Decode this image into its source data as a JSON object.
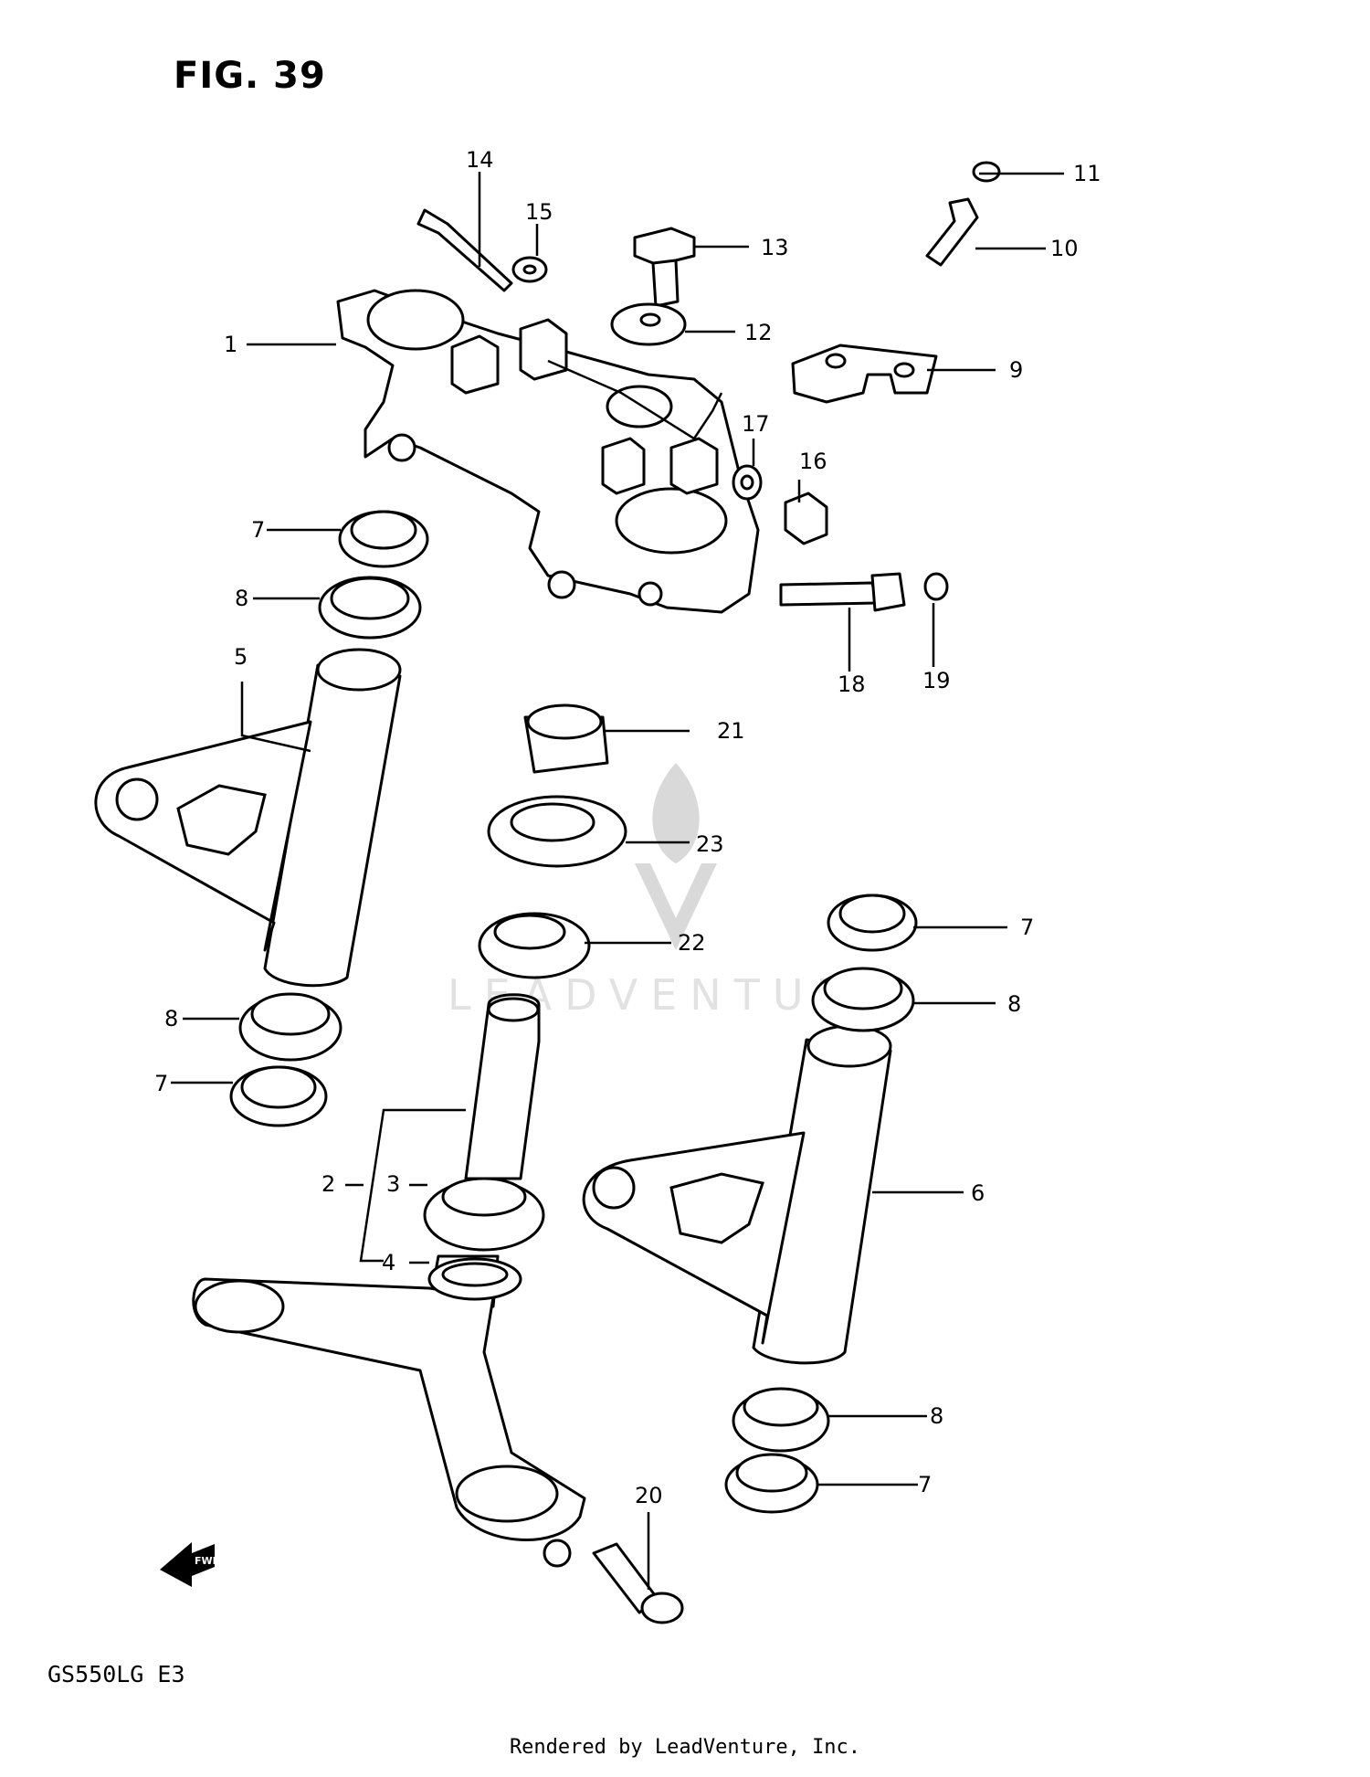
{
  "figure": {
    "title": "FIG. 39",
    "model": "GS550LG  E3"
  },
  "footer": {
    "credit": "Rendered by LeadVenture, Inc."
  },
  "watermark": {
    "text": "LEADVENTURE"
  },
  "fwd_label": "FWD",
  "callouts": [
    "1",
    "2",
    "3",
    "4",
    "5",
    "6",
    "7",
    "8",
    "9",
    "10",
    "11",
    "12",
    "13",
    "14",
    "15",
    "16",
    "17",
    "18",
    "19",
    "20",
    "21",
    "22",
    "23",
    "7",
    "8",
    "7",
    "8",
    "7",
    "8"
  ]
}
